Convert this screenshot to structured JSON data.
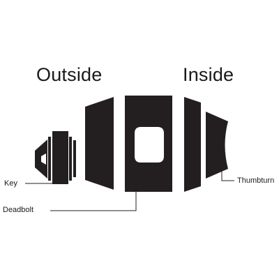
{
  "headings": {
    "outside": "Outside",
    "inside": "Inside"
  },
  "callouts": {
    "key": "Key",
    "deadbolt": "Deadbolt",
    "thumbturn": "Thumbturn"
  },
  "colors": {
    "ink": "#231f20",
    "background": "#ffffff"
  }
}
